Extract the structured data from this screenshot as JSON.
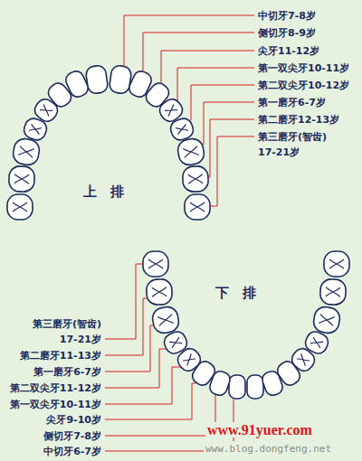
{
  "diagram": {
    "labels": [
      "中切牙7-8岁",
      "侧切牙8-9岁",
      "尖牙11-12岁",
      "第一双尖牙10-11岁",
      "第二双尖牙10-12岁",
      "第一磨牙6-7岁",
      "第二磨牙12-13岁",
      "第三磨牙(智齿) 17-21岁",
      "第三磨牙(智齿) 17-21岁",
      "第二磨牙11-13岁",
      "第一磨牙6-7岁",
      "第二双尖牙11-12岁",
      "第一双尖牙10-11岁",
      "尖牙9-10岁",
      "侧切牙7-8岁",
      "中切牙6-7岁",
      "上 排",
      "下 排",
      "www.91yuer.com",
      "www.blog.dongfeng.net"
    ]
  }
}
